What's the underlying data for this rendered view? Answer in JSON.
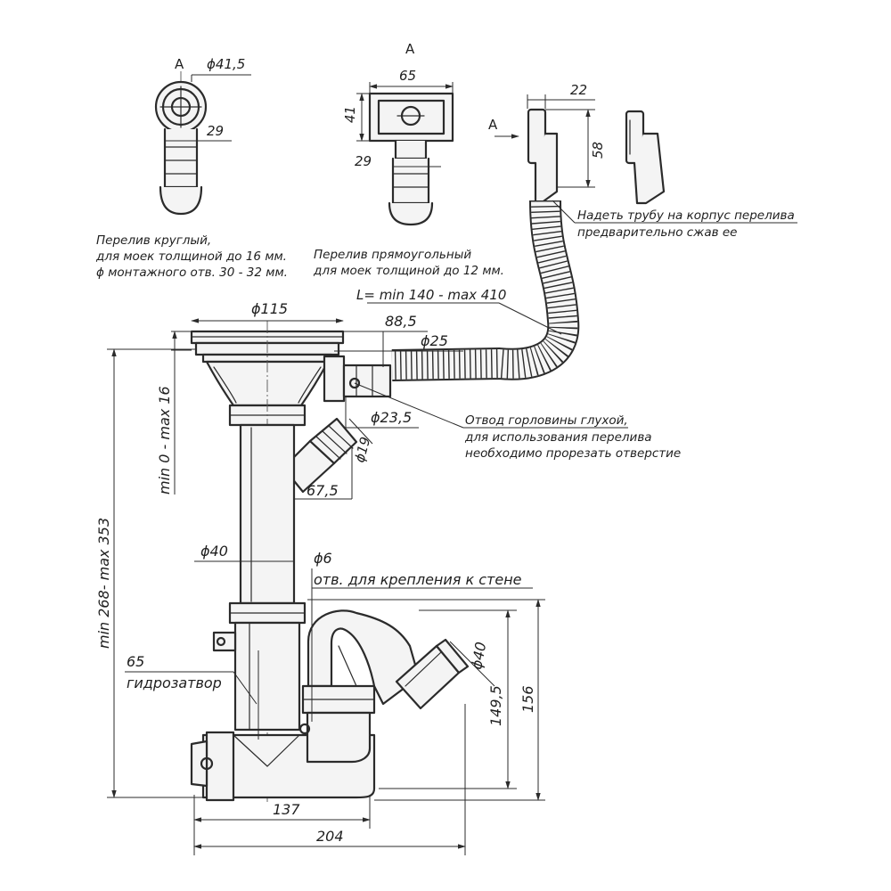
{
  "views": {
    "round": {
      "view_label": "A",
      "d_outer": "ϕ41,5",
      "w": "29",
      "caption": [
        "Перелив круглый,",
        "для моек толщиной до 16 мм.",
        "ϕ монтажного отв. 30 - 32 мм."
      ]
    },
    "rect": {
      "view_label": "A",
      "w": "65",
      "h": "41",
      "neck": "29",
      "caption": [
        "Перелив прямоугольный",
        "для моек толщиной до 12 мм."
      ]
    },
    "side": {
      "arrow_label": "A",
      "w": "22",
      "h": "58"
    }
  },
  "notes": {
    "hose_fit": [
      "Надеть трубу на корпус перелива",
      "предварительно сжав ее"
    ],
    "blind_outlet": [
      "Отвод горловины глухой,",
      "для использования перелива",
      "необходимо прорезать отверстие"
    ],
    "wall_hole": "отв. для крепления к стене",
    "water_seal": "гидрозатвор"
  },
  "dims": {
    "hose_length": "L= min 140 - max 410",
    "d115": "ϕ115",
    "d88": "88,5",
    "d25": "ϕ25",
    "d235": "ϕ23,5",
    "d19": "ϕ19",
    "d675": "67,5",
    "d40_pipe": "ϕ40",
    "d6": "ϕ6",
    "d40_outlet": "ϕ40",
    "h1495": "149,5",
    "h156": "156",
    "seal65": "65",
    "w137": "137",
    "w204": "204",
    "thickness": "min 0 - max 16",
    "height": "min 268- max 353"
  }
}
